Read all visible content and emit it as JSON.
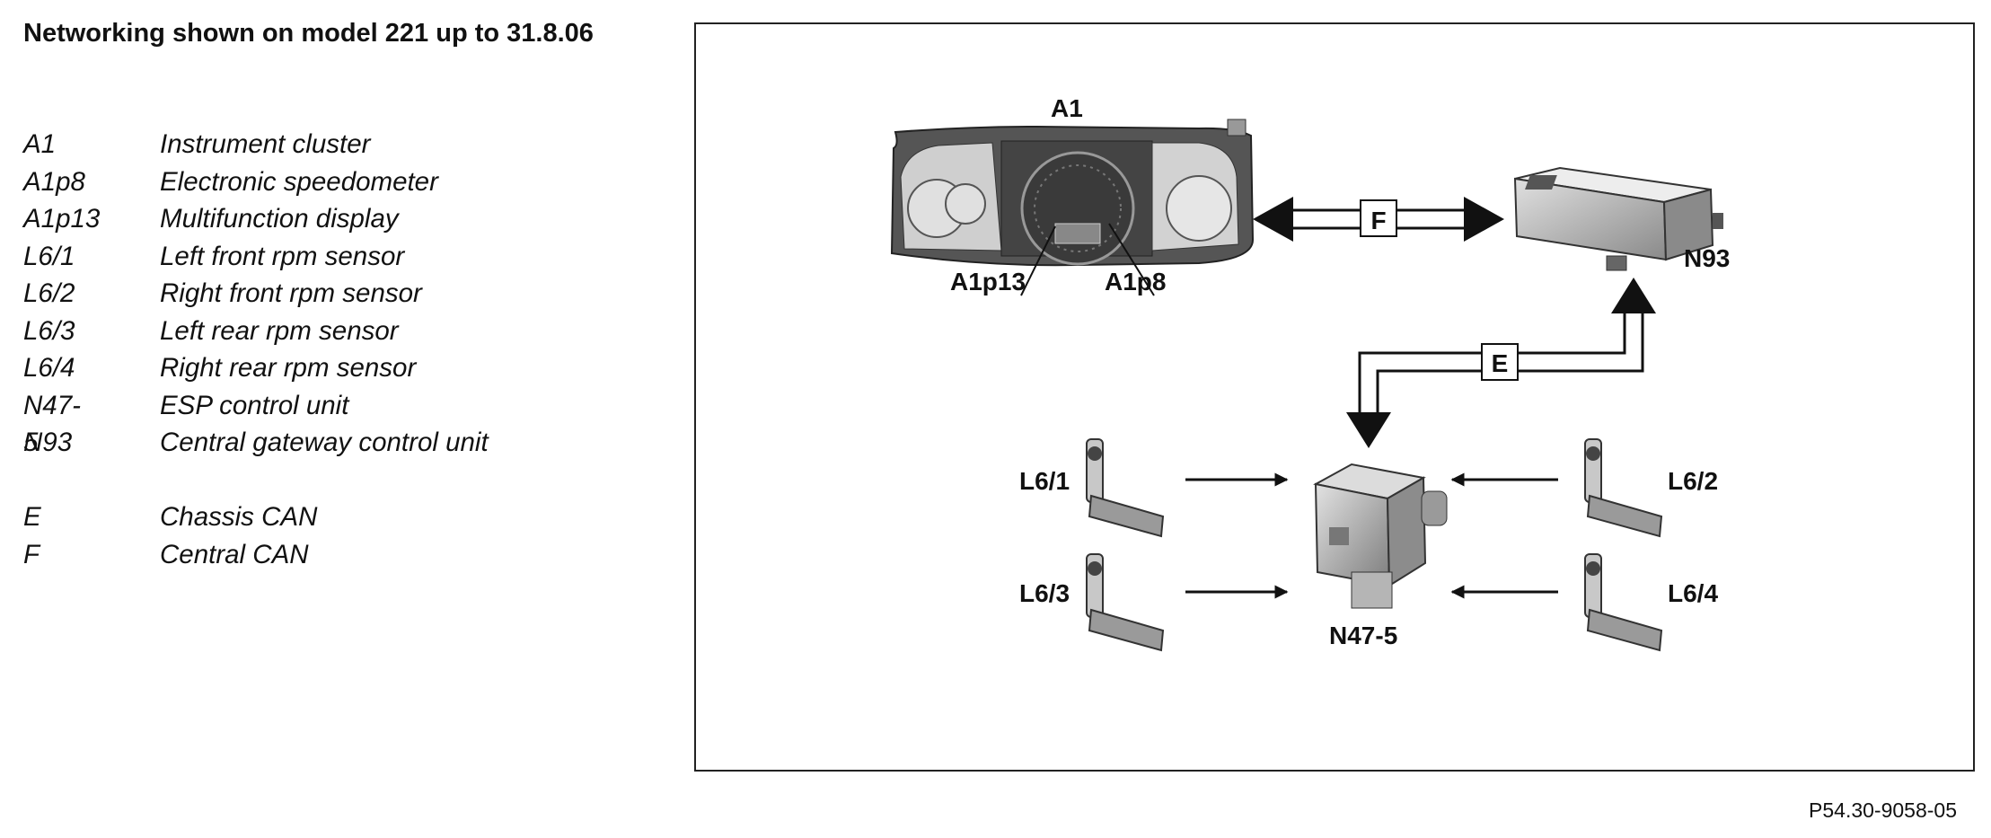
{
  "title": "Networking shown on model 221 up to 31.8.06",
  "legend": [
    {
      "code": "A1",
      "description": "Instrument cluster"
    },
    {
      "code": "A1p8",
      "description": "Electronic speedometer"
    },
    {
      "code": "A1p13",
      "description": "Multifunction display"
    },
    {
      "code": "L6/1",
      "description": "Left front rpm sensor"
    },
    {
      "code": "L6/2",
      "description": "Right front rpm sensor"
    },
    {
      "code": "L6/3",
      "description": "Left rear rpm sensor"
    },
    {
      "code": "L6/4",
      "description": "Right rear rpm sensor"
    },
    {
      "code": "N47-5",
      "description": "ESP control unit"
    },
    {
      "code": "N93",
      "description": "Central gateway control unit"
    },
    {
      "code": "E",
      "description": "Chassis CAN"
    },
    {
      "code": "F",
      "description": "Central CAN"
    }
  ],
  "diagram": {
    "labels": {
      "a1": "A1",
      "a1p13": "A1p13",
      "a1p8": "A1p8",
      "n93": "N93",
      "n47_5": "N47-5",
      "l6_1": "L6/1",
      "l6_2": "L6/2",
      "l6_3": "L6/3",
      "l6_4": "L6/4",
      "bus_f": "F",
      "bus_e": "E"
    }
  },
  "figure_code": "P54.30-9058-05"
}
